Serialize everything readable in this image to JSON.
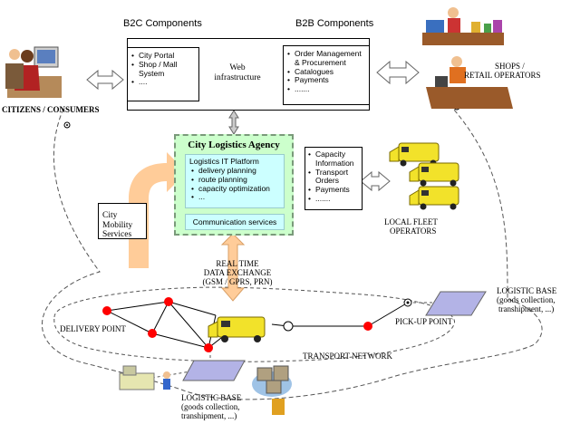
{
  "headers": {
    "b2c": "B2C Components",
    "b2b": "B2B Components"
  },
  "b2c_box": {
    "items": [
      "City Portal",
      "Shop / Mall System",
      "...."
    ]
  },
  "web_infra": {
    "line1": "Web",
    "line2": "infrastructure"
  },
  "b2b_box": {
    "items": [
      "Order Management & Procurement",
      "Catalogues",
      "Payments",
      "......."
    ]
  },
  "agency": {
    "title": "City Logistics Agency",
    "platform_title": "Logistics IT Platform",
    "platform_items": [
      "delivery planning",
      "route planning",
      "capacity optimization",
      "..."
    ],
    "comm": "Communication services"
  },
  "capacity_box": {
    "items": [
      "Capacity Information",
      "Transport Orders",
      "Payments",
      "......."
    ]
  },
  "mobility": {
    "line1": "City Mobility",
    "line2": "Services"
  },
  "labels": {
    "citizens": "CITIZENS / CONSUMERS",
    "shops1": "SHOPS /",
    "shops2": "RETAIL OPERATORS",
    "fleet1": "LOCAL FLEET",
    "fleet2": "OPERATORS",
    "realtime1": "REAL TIME",
    "realtime2": "DATA EXCHANGE",
    "realtime3": "(GSM / GPRS, PRN)",
    "delivery_point": "DELIVERY POINT",
    "pickup_point": "PICK-UP POINT",
    "transport_network": "TRANSPORT NETWORK",
    "logistic_base_right1": "LOGISTIC BASE",
    "logistic_base_right2": "(goods collection,",
    "logistic_base_right3": "transhipment, ...)",
    "logistic_base_bottom1": "LOGISTIC BASE",
    "logistic_base_bottom2": "(goods collection,",
    "logistic_base_bottom3": "transhipment, ...)"
  },
  "colors": {
    "agency_fill": "#ccffcc",
    "agency_border": "#7a9a7a",
    "platform_fill": "#ccffff",
    "orange_arrow": "#ffcc99",
    "node_red": "#ff0000",
    "van_yellow": "#f2e22a",
    "base_fill": "#b3b3e6"
  }
}
